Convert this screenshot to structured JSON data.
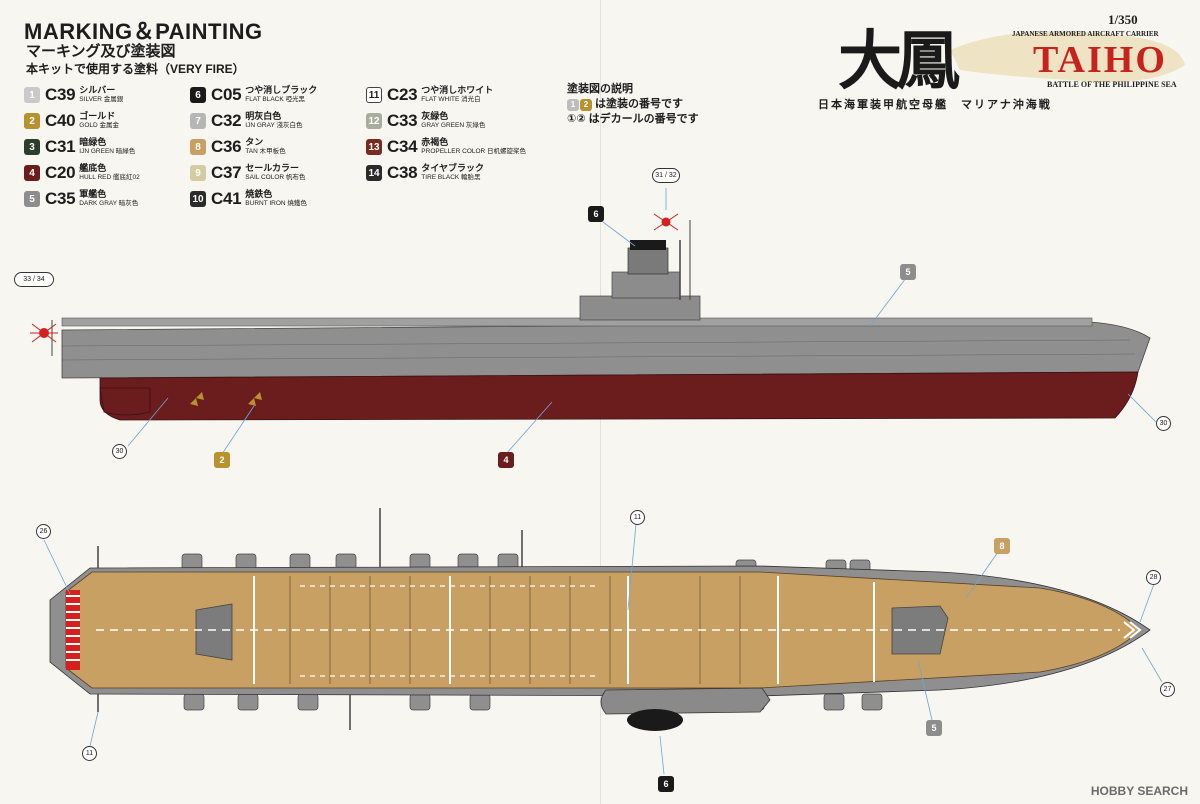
{
  "header": {
    "title": "MARKING＆PAINTING",
    "title_jp": "マーキング及び塗装図",
    "subtitle": "本キットで使用する塗料（VERY FIRE）"
  },
  "paints": [
    {
      "num": "1",
      "color": "#c9c9c9",
      "code": "C39",
      "jp": "シルバー",
      "en": "SILVER 金属銀"
    },
    {
      "num": "2",
      "color": "#b8922e",
      "code": "C40",
      "jp": "ゴールド",
      "en": "GOLD 金属金"
    },
    {
      "num": "3",
      "color": "#2d3d2c",
      "code": "C31",
      "jp": "暗緑色",
      "en": "IJN GREEN 暗緑色"
    },
    {
      "num": "4",
      "color": "#6b1d1d",
      "code": "C20",
      "jp": "艦底色",
      "en": "HULL RED 艦底紅02"
    },
    {
      "num": "5",
      "color": "#8d8d8d",
      "code": "C35",
      "jp": "軍艦色",
      "en": "DARK GRAY 暗灰色"
    },
    {
      "num": "6",
      "color": "#1a1a1a",
      "code": "C05",
      "jp": "つや消しブラック",
      "en": "FLAT BLACK 啞光黑"
    },
    {
      "num": "7",
      "color": "#b6b6b6",
      "code": "C32",
      "jp": "明灰白色",
      "en": "IJN GRAY 淺灰白色"
    },
    {
      "num": "8",
      "color": "#c8a063",
      "code": "C36",
      "jp": "タン",
      "en": "TAN 木甲板色"
    },
    {
      "num": "9",
      "color": "#d4cba0",
      "code": "C37",
      "jp": "セールカラー",
      "en": "SAIL COLOR 帆布色"
    },
    {
      "num": "10",
      "color": "#2b2b2b",
      "code": "C41",
      "jp": "焼鉄色",
      "en": "BURNT IRON 燒鐵色"
    },
    {
      "num": "11",
      "color": "#ffffff",
      "code": "C23",
      "jp": "つや消しホワイト",
      "en": "FLAT WHITE 消光白"
    },
    {
      "num": "12",
      "color": "#a9ad9d",
      "code": "C33",
      "jp": "灰緑色",
      "en": "GRAY GREEN 灰綠色"
    },
    {
      "num": "13",
      "color": "#7a2b1e",
      "code": "C34",
      "jp": "赤褐色",
      "en": "PROPELLER COLOR 日机螺旋桨色"
    },
    {
      "num": "14",
      "color": "#2a2a2a",
      "code": "C38",
      "jp": "タイヤブラック",
      "en": "TIRE BLACK 輪胎黑"
    }
  ],
  "legend": {
    "title": "塗装図の説明",
    "paint_line": "は塗装の番号です",
    "decal_line": "はデカールの番号です",
    "paint_badges": [
      "1",
      "2"
    ],
    "decal_badges": [
      "①",
      "②"
    ]
  },
  "branding": {
    "kanji": "大鳳",
    "scale": "1/350",
    "subtitle": "JAPANESE ARMORED AIRCRAFT CARRIER",
    "name": "TAIHO",
    "battle": "BATTLE OF THE PHILIPPINE SEA",
    "jp_caption": "日本海軍装甲航空母艦　マリアナ沖海戦"
  },
  "callouts": {
    "d31_32": "31 / 32",
    "d33_34": "33 / 34",
    "p6_top": "6",
    "p5_side": "5",
    "d30_left": "30",
    "d30_right": "30",
    "p2": "2",
    "p4": "4",
    "d11_top": "11",
    "p8": "8",
    "d26": "26",
    "d28": "28",
    "d27": "27",
    "p5_deck": "5",
    "d11_bottom": "11",
    "p6_bottom": "6"
  },
  "watermark": "HOBBY SEARCH",
  "colors": {
    "hull_gray": "#8f8f8f",
    "hull_red": "#6b1d1d",
    "deck_tan": "#c8a063",
    "accent_red": "#c8221d"
  }
}
